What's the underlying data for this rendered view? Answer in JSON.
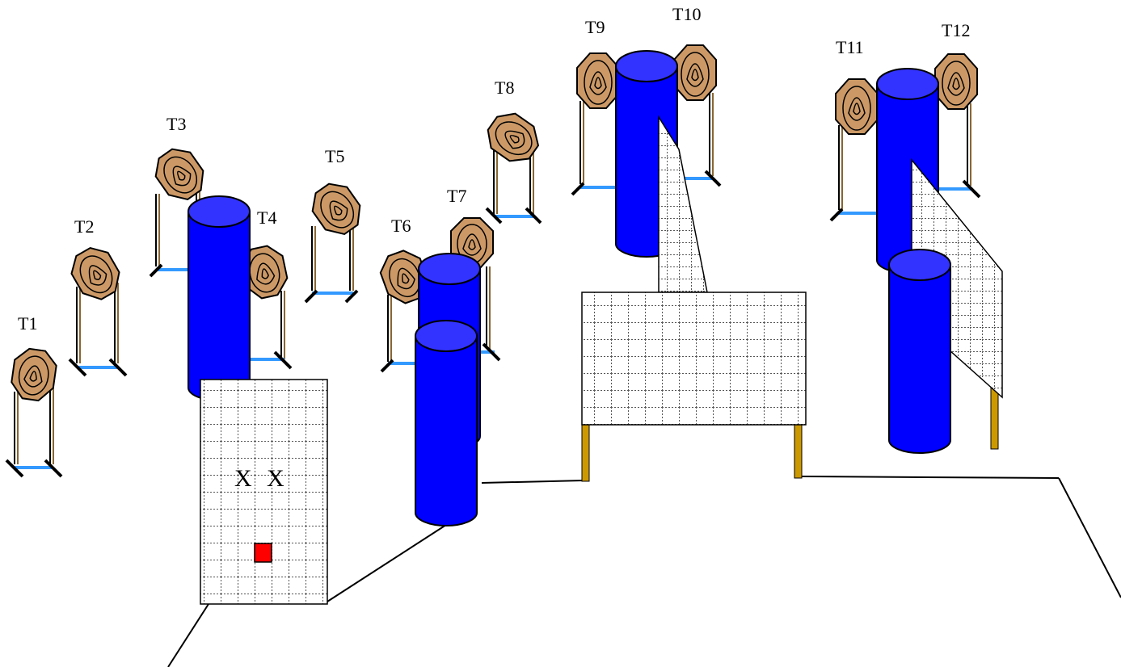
{
  "targets": [
    {
      "id": "t1",
      "label": "T1"
    },
    {
      "id": "t2",
      "label": "T2"
    },
    {
      "id": "t3",
      "label": "T3"
    },
    {
      "id": "t4",
      "label": "T4"
    },
    {
      "id": "t5",
      "label": "T5"
    },
    {
      "id": "t6",
      "label": "T6"
    },
    {
      "id": "t7",
      "label": "T7"
    },
    {
      "id": "t8",
      "label": "T8"
    },
    {
      "id": "t9",
      "label": "T9"
    },
    {
      "id": "t10",
      "label": "T10"
    },
    {
      "id": "t11",
      "label": "T11"
    },
    {
      "id": "t12",
      "label": "T12"
    }
  ],
  "start_area": {
    "marks": [
      "X",
      "X"
    ]
  },
  "colors": {
    "barrel": "#0000ff",
    "barrel_top": "#3333ff",
    "target_fill": "#cc9966",
    "stand_base": "#3399ff",
    "wall_leg": "#cc9900",
    "start_marker": "#ff0000",
    "wall_grid": "#555555"
  }
}
